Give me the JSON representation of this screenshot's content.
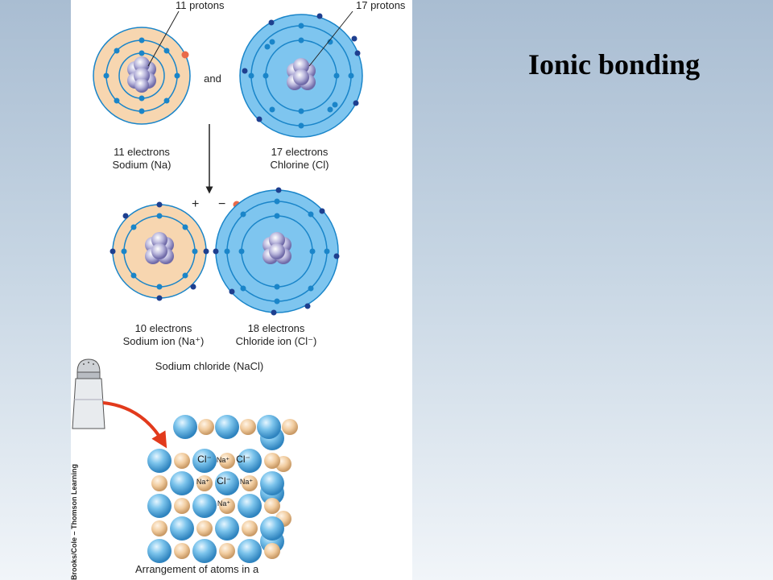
{
  "slide": {
    "title": "Ionic bonding"
  },
  "diagram": {
    "sodium_protons": "11 protons",
    "chlorine_protons": "17 protons",
    "and_label": "and",
    "sodium_electrons": "11 electrons",
    "sodium_name": "Sodium (Na)",
    "chlorine_electrons": "17 electrons",
    "chlorine_name": "Chlorine (Cl)",
    "plus_sign": "+",
    "minus_sign": "−",
    "sodium_ion_electrons": "10 electrons",
    "sodium_ion_name": "Sodium ion (Na⁺)",
    "chloride_ion_electrons": "18 electrons",
    "chloride_ion_name": "Chloride ion (Cl⁻)",
    "compound_name": "Sodium chloride (NaCl)",
    "lattice_labels": {
      "cl_1": "Cl⁻",
      "na_1": "Na⁺",
      "cl_2": "Cl⁻",
      "na_2": "Na⁺",
      "cl_3": "Cl⁻",
      "na_3": "Na⁺",
      "na_4": "Na⁺"
    },
    "lattice_caption": "Arrangement of atoms in a",
    "credit": "Brooks/Cole – Thomson Learning"
  },
  "colors": {
    "sodium_fill": "#f7d6b0",
    "chlorine_fill": "#7ec5ef",
    "electron": "#1a85c9",
    "electron_outer": "#1e3f8f",
    "transfer_electron": "#e86a4a",
    "nucleus": "#9a96c8"
  }
}
